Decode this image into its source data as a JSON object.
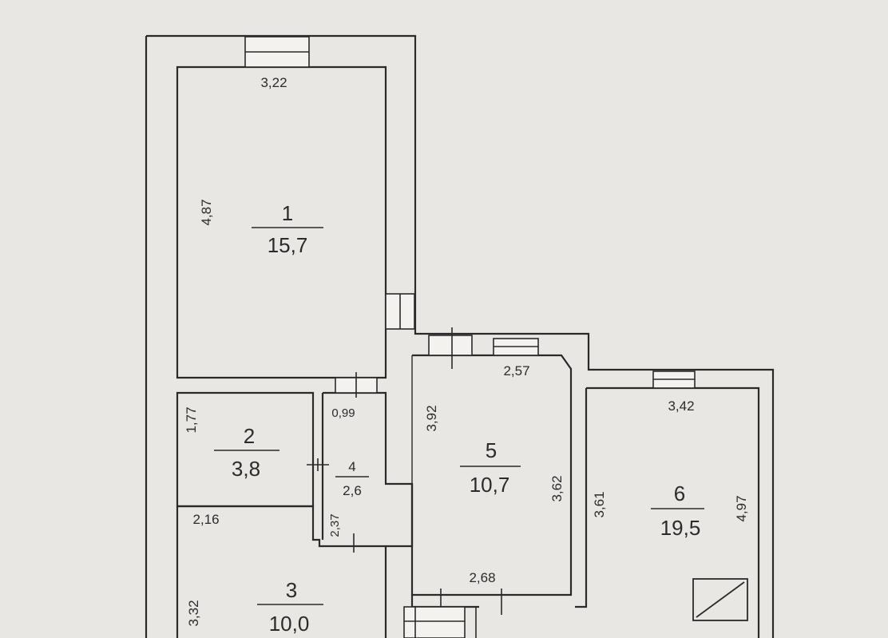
{
  "rooms": [
    {
      "id": "1",
      "area": "15,7"
    },
    {
      "id": "2",
      "area": "3,8"
    },
    {
      "id": "3",
      "area": "10,0"
    },
    {
      "id": "4",
      "area": "2,6"
    },
    {
      "id": "5",
      "area": "10,7"
    },
    {
      "id": "6",
      "area": "19,5"
    }
  ],
  "dimensions": {
    "r1_top": "3,22",
    "r1_left": "4,87",
    "r2_left": "1,77",
    "r3_top": "2,16",
    "r3_left": "3,32",
    "r4_top": "0,99",
    "r4_left": "2,37",
    "r5_top": "2,57",
    "r5_left": "3,92",
    "r5_right": "3,62",
    "r5_bottom": "2,68",
    "r6_top": "3,42",
    "r6_left": "3,61",
    "r6_right": "4,97"
  }
}
